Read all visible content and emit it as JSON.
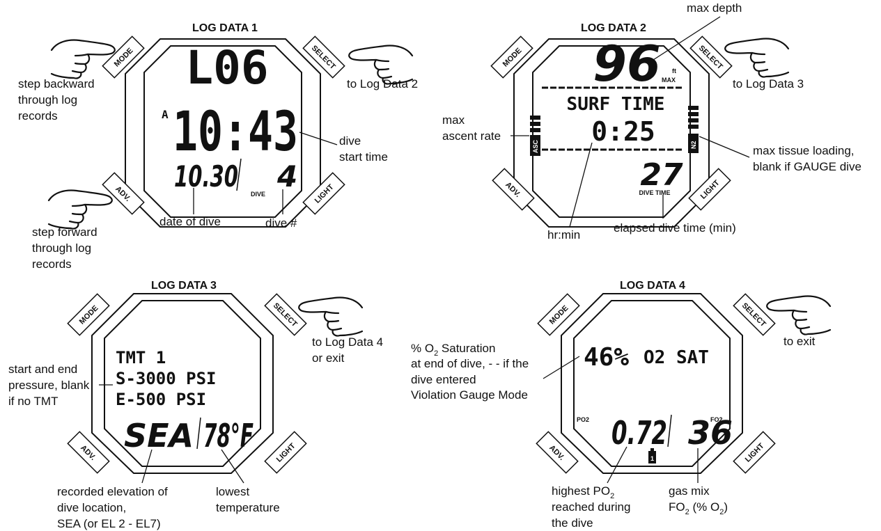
{
  "buttons": {
    "mode": "MODE",
    "select": "SELECT",
    "adv": "ADV.",
    "light": "LIGHT"
  },
  "icons": [
    "pointing-hand-icon",
    "cylinder-icon"
  ],
  "panel1": {
    "title": "LOG DATA 1",
    "lcd_top": "L06",
    "lcd_am": "A",
    "lcd_time": "10:43",
    "lcd_date": "10.30",
    "lcd_dive_no": "4",
    "lcd_dive_label": "DIVE",
    "ann_step_back": [
      "step backward",
      "through log",
      "records"
    ],
    "ann_to_next": "to Log Data 2",
    "ann_dive_start": [
      "dive",
      "start time"
    ],
    "ann_step_fwd": [
      "step forward",
      "through log",
      "records"
    ],
    "ann_date": "date of dive",
    "ann_dive_no": "dive #"
  },
  "panel2": {
    "title": "LOG DATA 2",
    "lcd_depth": "96",
    "lcd_unit": "ft",
    "lcd_max": "MAX",
    "lcd_surf": "SURF TIME",
    "lcd_surf_time": "0:25",
    "lcd_dive_time": "27",
    "lcd_dive_time_label": "DIVE TIME",
    "lcd_asc": "ASC",
    "lcd_n2": "N2",
    "ann_max_depth": "max depth",
    "ann_to_next": "to Log Data 3",
    "ann_asc": [
      "max",
      "ascent rate"
    ],
    "ann_tissue": [
      "max tissue loading,",
      "blank if GAUGE dive"
    ],
    "ann_hrmin": "hr:min",
    "ann_elapsed": "elapsed dive time (min)"
  },
  "panel3": {
    "title": "LOG DATA 3",
    "lcd_line1": "TMT 1",
    "lcd_line2": "S-3000 PSI",
    "lcd_line3": "E-500 PSI",
    "lcd_elev": "SEA",
    "lcd_temp": "78°F",
    "ann_to_next": [
      "to Log Data 4",
      "or exit"
    ],
    "ann_pressure": [
      "start and end",
      "pressure, blank",
      "if no TMT"
    ],
    "ann_elev": [
      "recorded elevation of",
      "dive location,",
      "SEA (or EL 2 - EL7)"
    ],
    "ann_temp": [
      "lowest",
      "temperature"
    ]
  },
  "panel4": {
    "title": "LOG DATA 4",
    "lcd_sat": "46%",
    "lcd_o2sat": "O2 SAT",
    "lcd_po2": "0.72",
    "lcd_fo2": "36",
    "lcd_po2_label": "PO2",
    "lcd_fo2_label": "FO2",
    "lcd_cyl": "1",
    "ann_exit": "to exit",
    "ann_sat": [
      "% O",
      "2",
      " Saturation",
      "at end of dive, - - if the",
      "dive entered",
      "Violation Gauge Mode"
    ],
    "ann_po2": [
      "highest PO",
      "2",
      "reached during",
      "the dive"
    ],
    "ann_gas": [
      "gas mix",
      "FO",
      "2",
      " (% O",
      "2",
      ")"
    ]
  }
}
